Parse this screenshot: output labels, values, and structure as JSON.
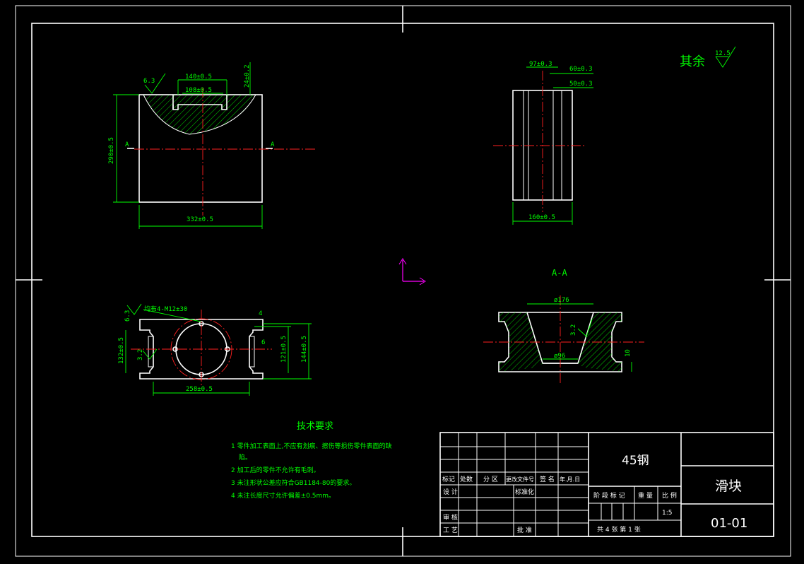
{
  "colors": {
    "background": "#000000",
    "outline": "#ffffff",
    "dimension": "#00ff00",
    "centerline": "#ff2020",
    "ucs": "#ff00ff"
  },
  "roughness": {
    "rest_label": "其余",
    "rest_value": "12.5",
    "top_value": "6.3",
    "bottom_value": "6.3",
    "bottom_side": "3.2",
    "section_value": "3.2"
  },
  "front_view": {
    "dims": {
      "d140": "140±0.5",
      "d108": "108±0.5",
      "d24": "24±0.2",
      "d290": "290±0.5",
      "d332": "332±0.5"
    },
    "section_marker": "A"
  },
  "side_view": {
    "dims": {
      "d97": "97±0.3",
      "d60": "60±0.3",
      "d50": "50±0.3",
      "d160": "160±0.5"
    }
  },
  "bottom_view": {
    "dims": {
      "thread": "均布4-M12±30",
      "d132": "132±0.5",
      "d121": "121±0.5",
      "d144": "144±0.5",
      "d258": "258±0.5",
      "d4": "4",
      "d6": "6"
    }
  },
  "section_view": {
    "title": "A-A",
    "dims": {
      "d176": "ø176",
      "d96": "ø96",
      "d10": "10"
    }
  },
  "tech_requirements": {
    "title": "技术要求",
    "items": [
      "1 零件加工表面上,不应有划痕、擦伤等损伤零件表面的缺",
      "陷。",
      "2 加工后的零件不允许有毛刺。",
      "3 未注形状公差应符合GB1184-80的要求。",
      "4 未注长度尺寸允许偏差±0.5mm。"
    ]
  },
  "title_block": {
    "material": "45钢",
    "part_name": "滑块",
    "drawing_no": "01-01",
    "headers": {
      "mark": "标记",
      "count": "处数",
      "zone": "分 区",
      "change_doc": "更改文件号",
      "signature": "签 名",
      "date": "年.月.日"
    },
    "design": "设 计",
    "standardize": "标准化",
    "review": "审 核",
    "process": "工 艺",
    "approve": "批 准",
    "stage_mark": "阶 段 标 记",
    "weight": "重 量",
    "scale": "比 例",
    "scale_value": "1:5",
    "sheets": "共 4 张 第 1 张"
  }
}
